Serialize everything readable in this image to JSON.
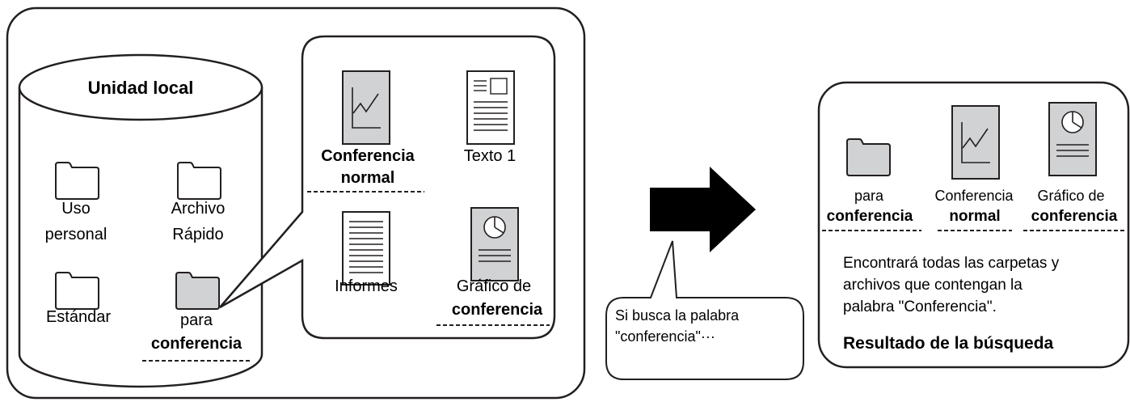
{
  "drive": {
    "title": "Unidad local",
    "folders": [
      {
        "line1": "Uso",
        "line2": "personal",
        "filled": false
      },
      {
        "line1": "Archivo",
        "line2": "Rápido",
        "filled": false
      },
      {
        "line1": "Estándar",
        "line2": "",
        "filled": false
      },
      {
        "line1": "para",
        "line2": "conferencia",
        "filled": true
      }
    ]
  },
  "folder_contents": {
    "files": [
      {
        "line1": "Conferencia",
        "line2": "normal",
        "icon": "chart-document-icon",
        "highlight": true
      },
      {
        "line1": "Texto 1",
        "line2": "",
        "icon": "text-document-icon",
        "highlight": false
      },
      {
        "line1": "Informes",
        "line2": "",
        "icon": "report-document-icon",
        "highlight": false
      },
      {
        "line1": "Gráfico de",
        "line2": "conferencia",
        "icon": "pie-chart-document-icon",
        "highlight": true
      }
    ]
  },
  "search_callout": {
    "line1": "Si busca la palabra",
    "line2": "\"conferencia\"···"
  },
  "result": {
    "items": [
      {
        "line1": "para",
        "line2": "conferencia",
        "icon": "folder-icon"
      },
      {
        "line1": "Conferencia",
        "line2": "normal",
        "icon": "chart-document-icon"
      },
      {
        "line1": "Gráfico de",
        "line2": "conferencia",
        "icon": "pie-chart-document-icon"
      }
    ],
    "description": [
      "Encontrará todas las carpetas y",
      "archivos que contengan la",
      "palabra \"Conferencia\"."
    ],
    "title": "Resultado de la búsqueda"
  },
  "colors": {
    "stroke": "#231f20",
    "fill_gray": "#d1d2d4",
    "arrow": "#000000",
    "background": "#ffffff"
  }
}
